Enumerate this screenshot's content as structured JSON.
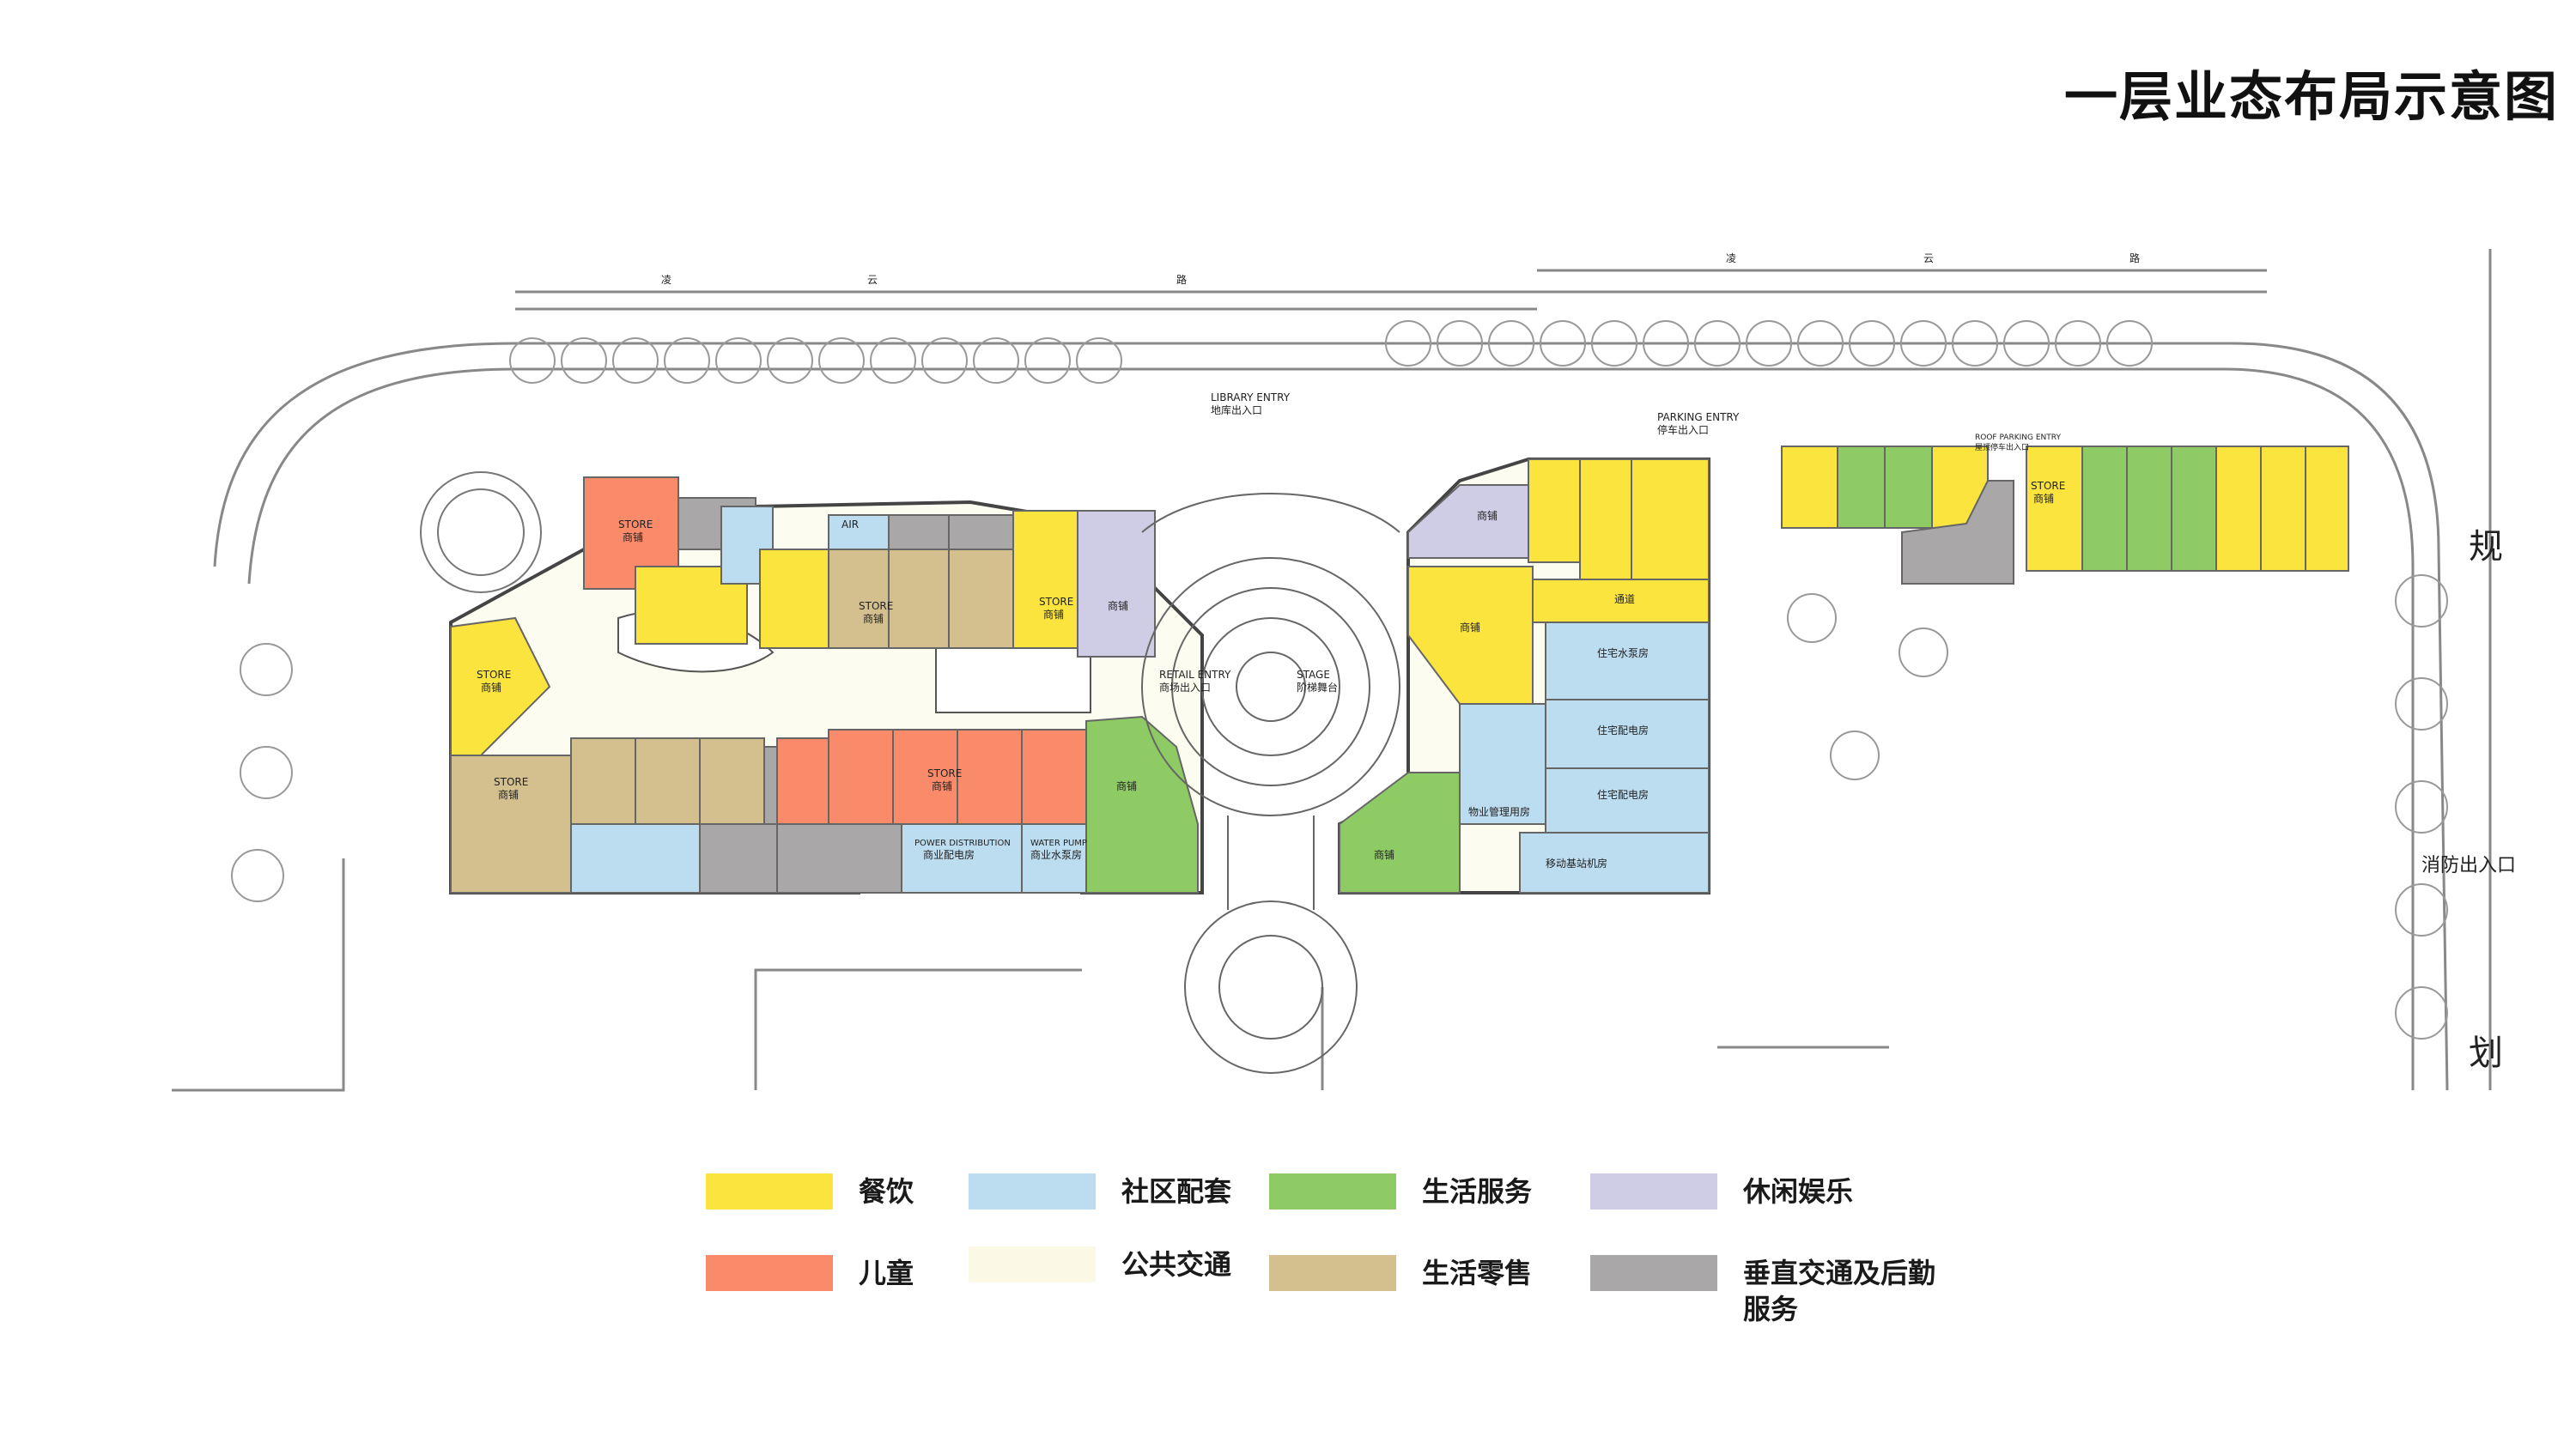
{
  "title": "一层业态布局示意图",
  "colors": {
    "catering": "#fbe43d",
    "children": "#f98b6b",
    "community": "#bcdcf0",
    "public_traffic": "#fbf8e6",
    "life_service": "#8ecb64",
    "life_retail": "#d4bf8f",
    "leisure": "#cfcce6",
    "vertical_logistics": "#a9a7a8",
    "line": "#777777"
  },
  "legend": [
    {
      "key": "catering",
      "label": "餐饮"
    },
    {
      "key": "community",
      "label": "社区配套"
    },
    {
      "key": "life_service",
      "label": "生活服务"
    },
    {
      "key": "leisure",
      "label": "休闲娱乐"
    },
    {
      "key": "children",
      "label": "儿童"
    },
    {
      "key": "public_traffic",
      "label": "公共交通"
    },
    {
      "key": "life_retail",
      "label": "生活零售"
    },
    {
      "key": "vertical_logistics",
      "label": "垂直交通及后勤服务"
    }
  ],
  "plan_labels": {
    "road_char_1": "凌",
    "road_char_2": "云",
    "road_char_3": "路",
    "road_char_4": "凌",
    "road_char_5": "云",
    "road_char_6": "路",
    "library_entry": "LIBRARY ENTRY",
    "library_entry_cn": "地库出入口",
    "parking_entry": "PARKING ENTRY",
    "parking_entry_cn": "停车出入口",
    "roof_parking_entry": "ROOF PARKING ENTRY",
    "roof_parking_entry_cn": "屋顶停车出入口",
    "retail_entry": "RETAIL ENTRY",
    "retail_entry_cn": "商场出入口",
    "stage": "STAGE",
    "stage_cn": "阶梯舞台",
    "fire_entry": "消防出入口",
    "side_char_1": "规",
    "side_char_2": "划",
    "store": "STORE",
    "shop": "商铺",
    "air": "AIR",
    "power": "POWER DISTRIBUTION",
    "power_cn": "商业配电房",
    "water": "WATER PUMP",
    "water_cn": "商业水泵房",
    "res_water": "住宅水泵房",
    "res_power": "住宅配电房",
    "res_power2": "住宅配电房",
    "mobile": "移动基站机房",
    "property": "物业管理用房",
    "passage": "通道"
  }
}
